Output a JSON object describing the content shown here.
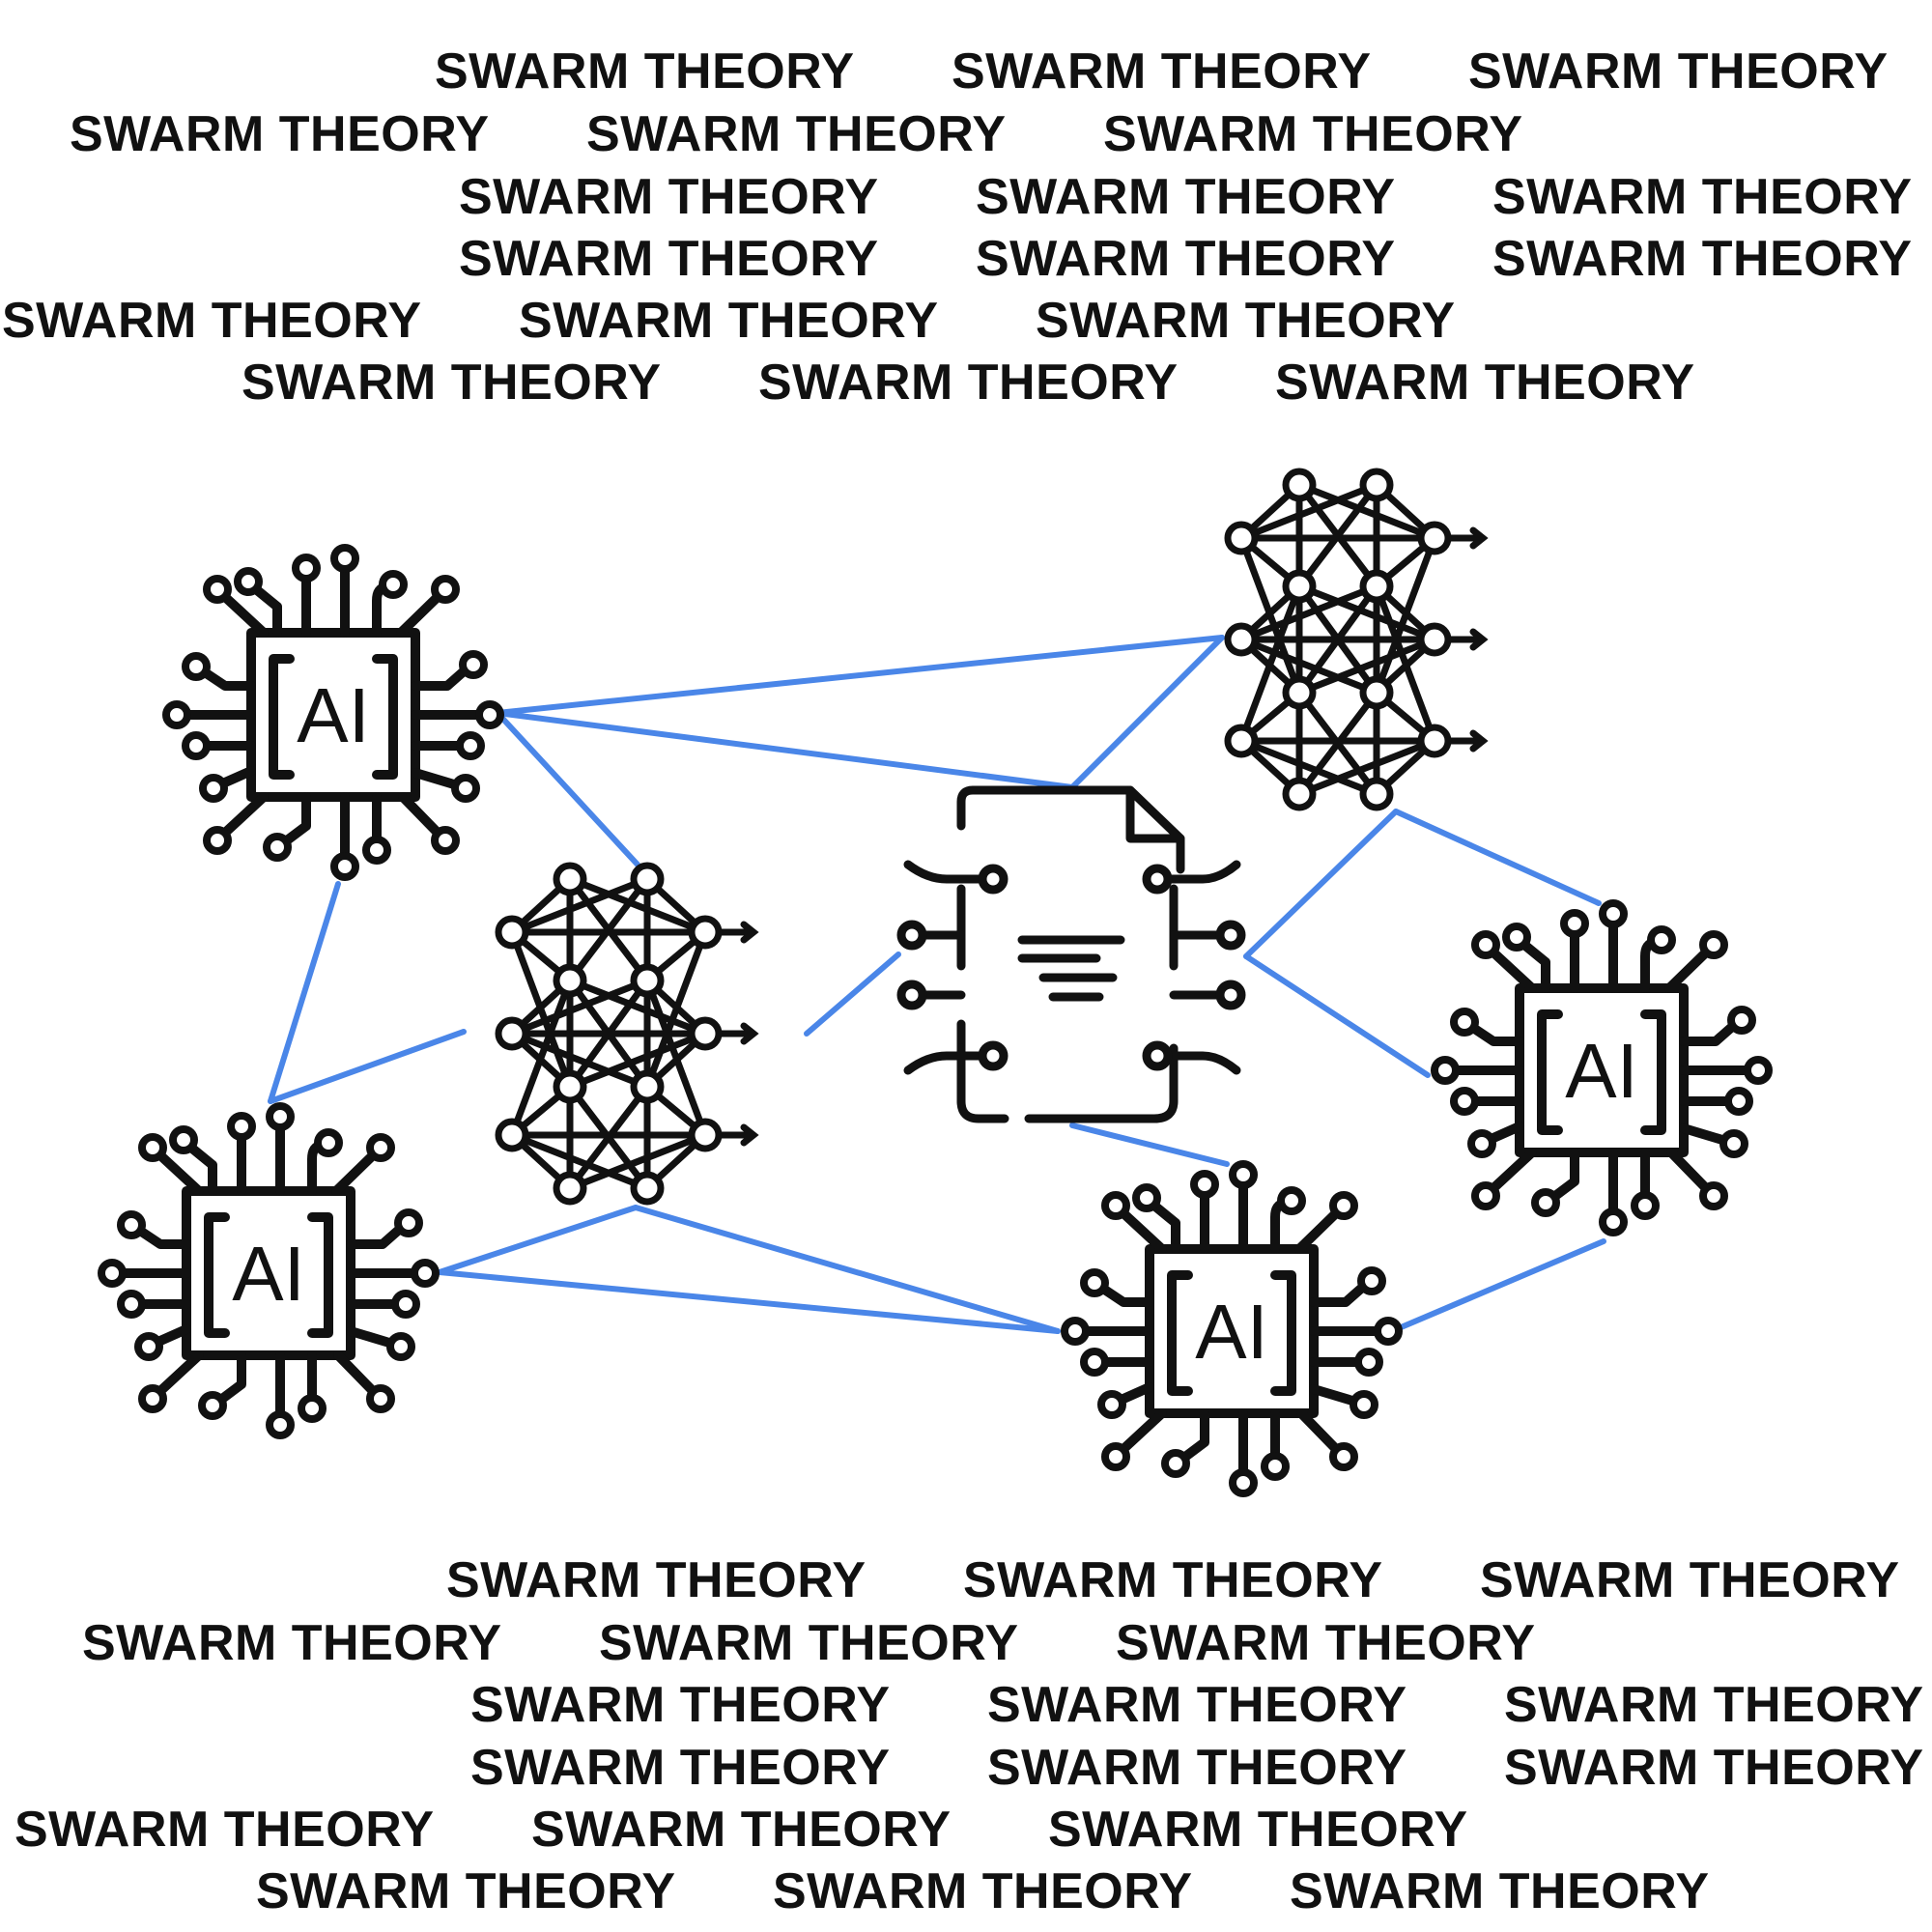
{
  "phrase": "SWARM THEORY",
  "colors": {
    "text": "#111111",
    "link": "#4a86e8",
    "icon": "#111111",
    "background": "#ffffff"
  },
  "nodes": [
    {
      "kind": "ai-chip",
      "label": "AI"
    },
    {
      "kind": "ai-chip",
      "label": "AI"
    },
    {
      "kind": "ai-chip",
      "label": "AI"
    },
    {
      "kind": "ai-chip",
      "label": "AI"
    },
    {
      "kind": "neural-network"
    },
    {
      "kind": "neural-network"
    },
    {
      "kind": "document-circuit"
    }
  ],
  "labels": {
    "chip1": "AI",
    "chip2": "AI",
    "chip3": "AI",
    "chip4": "AI"
  }
}
